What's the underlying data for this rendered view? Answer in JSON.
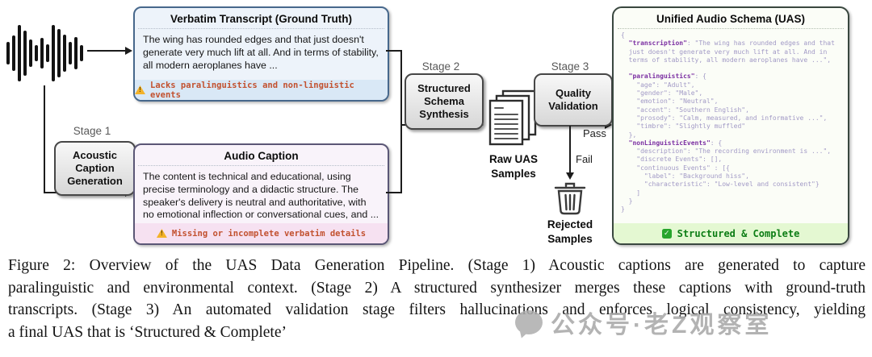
{
  "waveform_bars": [
    28,
    44,
    70,
    56,
    34,
    20,
    38,
    22,
    70,
    60,
    46,
    28,
    40,
    20
  ],
  "stages": {
    "s1": "Stage 1",
    "s2": "Stage 2",
    "s3": "Stage 3"
  },
  "boxes": {
    "acoustic": "Acoustic Caption Generation",
    "structured": "Structured Schema Synthesis",
    "quality": "Quality Validation"
  },
  "transcript": {
    "title": "Verbatim Transcript (Ground Truth)",
    "body": "The wing has rounded edges and that just doesn't generate very much lift at all. And in terms of stability, all modern aeroplanes have ...",
    "warning": "Lacks paralinguistics and non-linguistic events"
  },
  "audio_caption": {
    "title": "Audio Caption",
    "body": "The content is technical and educational, using precise terminology and a didactic structure. The speaker's delivery is neutral and authoritative, with no emotional inflection or conversational cues, and ...",
    "warning": "Missing or incomplete verbatim details"
  },
  "labels": {
    "raw_samples": "Raw UAS Samples",
    "rejected_samples": "Rejected Samples",
    "pass": "Pass",
    "fail": "Fail"
  },
  "uas": {
    "title": "Unified Audio Schema (UAS)",
    "footer": "Structured & Complete",
    "bold_keys": [
      "transcription",
      "paralinguistics",
      "nonLinguisticEvents"
    ],
    "code_lines": [
      "{",
      "  \"transcription\": \"The wing has rounded edges and that",
      "  just doesn't generate very much lift at all. And in",
      "  terms of stability, all modern aeroplanes have ...\",",
      "",
      "  \"paralinguistics\": {",
      "    \"age\": \"Adult\",",
      "    \"gender\": \"Male\",",
      "    \"emotion\": \"Neutral\",",
      "    \"accent\": \"Southern English\",",
      "    \"prosody\": \"Calm, measured, and informative ...\",",
      "    \"timbre\": \"Slightly muffled\"",
      "  },",
      "  \"nonLinguisticEvents\": {",
      "    \"description\": \"The recording environment is ...\",",
      "    \"discrete Events\": [],",
      "    \"continuous Events\" : [{",
      "      \"label\": \"Background hiss\",",
      "      \"characteristic\": \"Low-level and consistent\"}",
      "    ]",
      "  }",
      "}"
    ]
  },
  "caption": {
    "lines": [
      "Figure 2: Overview of the UAS Data Generation Pipeline. (Stage 1) Acoustic captions are generated to capture",
      "paralinguistic and environmental context. (Stage 2) A structured synthesizer merges these captions with ground-truth",
      "transcripts. (Stage 3) An automated validation stage filters hallucinations and enforces logical consistency, yielding",
      "a final UAS that is ‘Structured & Complete’"
    ]
  },
  "watermark": {
    "text": "公众号·老Z观察室"
  },
  "colors": {
    "transcript_bg": "#edf3fa",
    "transcript_strip": "#d9e8f6",
    "transcript_border": "#47688c",
    "audio_caption_bg": "#f9f3fa",
    "audio_caption_strip": "#f6e1f1",
    "warning_text": "#c2512f",
    "warning_triangle": "#f3b229",
    "stage_box_fill": "#e3e3e3",
    "uas_bg": "#fbfdf7",
    "uas_footer_bg": "#e4f8d2",
    "uas_footer_text": "#0c7d15",
    "json_key": "#7b2fa2",
    "json_value": "#a29ac6",
    "check_green": "#27a52c",
    "line_color": "#1c1c1c",
    "watermark_gray": "#a6a6a6"
  }
}
